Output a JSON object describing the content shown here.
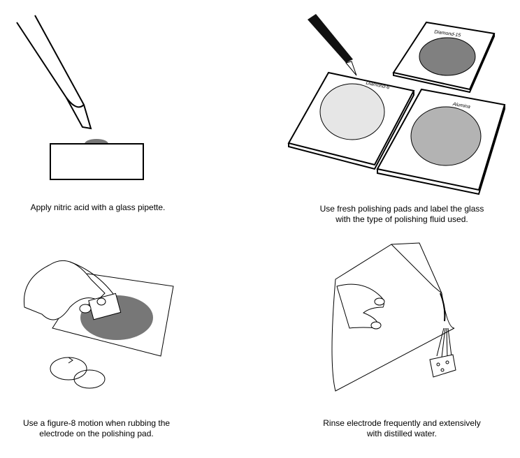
{
  "panels": [
    {
      "caption_lines": [
        "Apply nitric acid with a glass pipette."
      ]
    },
    {
      "caption_lines": [
        "Use fresh polishing pads and label the glass",
        "with the type of polishing fluid used."
      ],
      "pad_labels": [
        "Diamond-15",
        "Diamond-6",
        "Alumina"
      ]
    },
    {
      "caption_lines": [
        "Use a figure-8 motion when rubbing the",
        "electrode on the polishing pad."
      ]
    },
    {
      "caption_lines": [
        "Rinse electrode frequently and extensively",
        "with distilled water."
      ]
    }
  ],
  "colors": {
    "pad_dark": "#808080",
    "pad_light": "#e6e6e6",
    "pad_mid": "#b3b3b3",
    "drop": "#777777"
  }
}
